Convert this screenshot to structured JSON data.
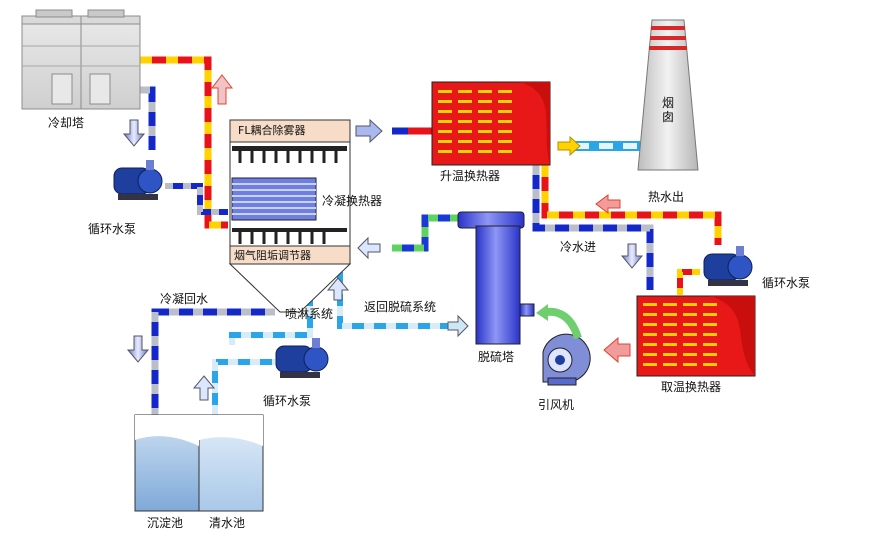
{
  "labels": {
    "cooling_tower": "冷却塔",
    "pump_left": "循环水泵",
    "pump_bottom": "循环水泵",
    "pump_right": "循环水泵",
    "demister": "FL耦合除雾器",
    "condensing_exchanger": "冷凝换热器",
    "flue_regulator": "烟气阻垢调节器",
    "condensate_return": "冷凝回水",
    "spray_system": "喷淋系统",
    "return_desulfurization": "返回脱硫系统",
    "desulfurization_tower": "脱硫塔",
    "induced_fan": "引风机",
    "heating_exchanger": "升温换热器",
    "chimney": "烟囱",
    "hot_water_out": "热水出",
    "cold_water_in": "冷水进",
    "heat_recovery_exchanger": "取温换热器",
    "settling_pool": "沉淀池",
    "clear_pool": "清水池"
  },
  "colors": {
    "hot_pipe": "#e8121a",
    "hot_dash": "#ffd200",
    "cold_pipe": "#1427c8",
    "cold_dash": "#b9bec9",
    "light_pipe": "#2aa6e8",
    "light_dash": "#d7ecf8",
    "exchanger_red": "#e81818",
    "tower_blue": "#5a64e6",
    "pump_blue": "#1f3f9e"
  }
}
